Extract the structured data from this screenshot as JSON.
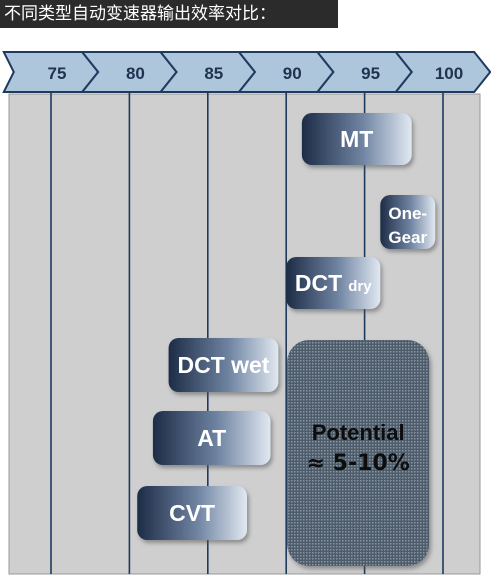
{
  "title": "不同类型自动变速器输出效率对比：",
  "chart_data": {
    "type": "range-bar",
    "axis_ticks": [
      75,
      80,
      85,
      90,
      95,
      100
    ],
    "xlim": [
      75,
      100
    ],
    "ranges": [
      {
        "name": "MT",
        "min": 91.0,
        "max": 98.0
      },
      {
        "name": "One-",
        "sub": "Gear",
        "min": 96.0,
        "max": 99.5
      },
      {
        "name": "DCT",
        "suffix": "dry",
        "min": 90.0,
        "max": 96.0
      },
      {
        "name": "DCT wet",
        "min": 82.5,
        "max": 89.5
      },
      {
        "name": "AT",
        "min": 81.5,
        "max": 89.0
      },
      {
        "name": "CVT",
        "min": 80.5,
        "max": 87.5
      },
      {
        "name": "Potential",
        "sub": "≈ 5-10%",
        "min": 90.0,
        "max": 99.5
      }
    ],
    "colors": {
      "arrow_fill": "#aec6dc",
      "plot_bg": "#cfcfcf",
      "bar_dark": "#1d2c46",
      "bar_light": "#d0dbea",
      "potential": "#5a6878"
    }
  }
}
